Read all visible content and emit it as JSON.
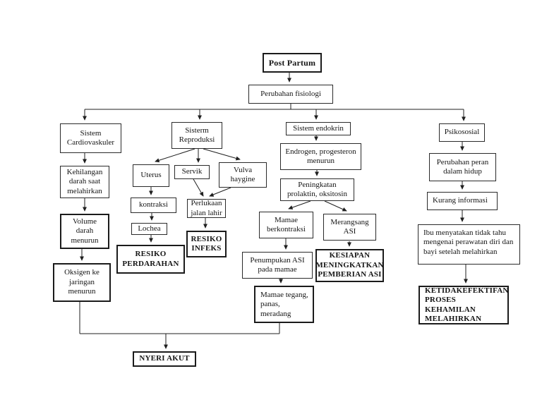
{
  "diagram": {
    "title": "Post Partum pathway (perubahan fisiologi post partum)",
    "colors": {
      "line": "#1f1f1f",
      "box_border": "#2a2a2a",
      "text": "#151515",
      "background": "#ffffff"
    },
    "nodes": {
      "post_partum": "Post Partum",
      "perubahan_fisiologi": "Perubahan fisiologi",
      "sistem_cardiovaskuler": "Sistem Cardiovaskuler",
      "kehilangan_darah": "Kehilangan darah saat melahirkan",
      "volume_darah": "Volume darah menurun",
      "oksigen_jaringan": "Oksigen ke jaringan menurun",
      "sisterm_reproduksi": "Sisterm Reproduksi",
      "uterus": "Uterus",
      "servik": "Servik",
      "vulva_haygine": "Vulva haygine",
      "kontraksi": "kontraksi",
      "lochea": "Lochea",
      "resiko_perdarahan": "RESIKO PERDARAHAN",
      "perlukaan_jalan_lahir": "Perlukaan jalan lahir",
      "resiko_infeks": "RESIKO INFEKS",
      "sistem_endokrin": "Sistem endokrin",
      "endrogen_progesteron": "Endrogen, progesteron menurun",
      "peningkatan_prolaktin": "Peningkatan prolaktin, oksitosin",
      "mamae_berkontraksi": "Mamae berkontraksi",
      "merangsang_asi": "Merangsang ASI",
      "penumpukan_asi": "Penumpukan ASI pada mamae",
      "kesiapan_asi": "KESIAPAN MENINGKATKAN PEMBERIAN ASI",
      "mamae_tegang": "Mamae tegang, panas, meradang",
      "psikososial": "Psikososial",
      "perubahan_peran": "Perubahan peran dalam hidup",
      "kurang_informasi": "Kurang informasi",
      "ibu_menyatakan": "Ibu menyatakan tidak tahu mengenai perawatan diri dan bayi setelah melahirkan",
      "ketidakefektifan": "KETIDAKEFEKTIFAN PROSES KEHAMILAN MELAHIRKAN",
      "nyeri_akut": "NYERI AKUT"
    },
    "edges": [
      [
        "post_partum",
        "perubahan_fisiologi"
      ],
      [
        "perubahan_fisiologi",
        "sistem_cardiovaskuler"
      ],
      [
        "perubahan_fisiologi",
        "sisterm_reproduksi"
      ],
      [
        "perubahan_fisiologi",
        "sistem_endokrin"
      ],
      [
        "perubahan_fisiologi",
        "psikososial"
      ],
      [
        "sistem_cardiovaskuler",
        "kehilangan_darah"
      ],
      [
        "kehilangan_darah",
        "volume_darah"
      ],
      [
        "volume_darah",
        "oksigen_jaringan"
      ],
      [
        "oksigen_jaringan",
        "nyeri_akut"
      ],
      [
        "sisterm_reproduksi",
        "uterus"
      ],
      [
        "sisterm_reproduksi",
        "servik"
      ],
      [
        "sisterm_reproduksi",
        "vulva_haygine"
      ],
      [
        "uterus",
        "kontraksi"
      ],
      [
        "kontraksi",
        "lochea"
      ],
      [
        "lochea",
        "resiko_perdarahan"
      ],
      [
        "servik",
        "perlukaan_jalan_lahir"
      ],
      [
        "vulva_haygine",
        "perlukaan_jalan_lahir"
      ],
      [
        "perlukaan_jalan_lahir",
        "resiko_infeks"
      ],
      [
        "sistem_endokrin",
        "endrogen_progesteron"
      ],
      [
        "endrogen_progesteron",
        "peningkatan_prolaktin"
      ],
      [
        "peningkatan_prolaktin",
        "mamae_berkontraksi"
      ],
      [
        "peningkatan_prolaktin",
        "merangsang_asi"
      ],
      [
        "mamae_berkontraksi",
        "penumpukan_asi"
      ],
      [
        "merangsang_asi",
        "kesiapan_asi"
      ],
      [
        "penumpukan_asi",
        "mamae_tegang"
      ],
      [
        "mamae_tegang",
        "nyeri_akut"
      ],
      [
        "psikososial",
        "perubahan_peran"
      ],
      [
        "perubahan_peran",
        "kurang_informasi"
      ],
      [
        "kurang_informasi",
        "ibu_menyatakan"
      ],
      [
        "ibu_menyatakan",
        "ketidakefektifan"
      ]
    ]
  }
}
